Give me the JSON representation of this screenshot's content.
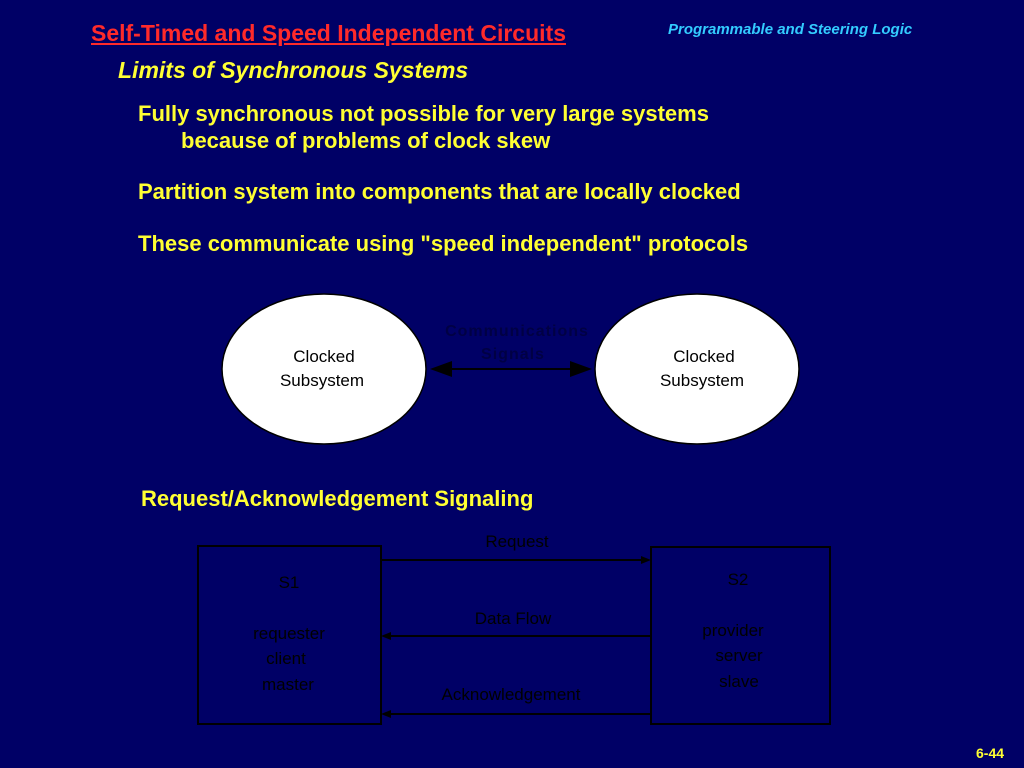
{
  "header": {
    "title": "Self-Timed and Speed Independent Circuits",
    "right_label": "Programmable and Steering Logic"
  },
  "subtitle": "Limits of Synchronous Systems",
  "bullets": {
    "b1_line1": "Fully synchronous not possible for very large systems",
    "b1_line2": "because of problems of clock skew",
    "b2": "Partition system into components that are locally clocked",
    "b3": "These communicate using \"speed independent\" protocols"
  },
  "diagram1": {
    "left_line1": "Clocked",
    "left_line2": "Subsystem",
    "right_line1": "Clocked",
    "right_line2": "Subsystem",
    "comm_line1": "Communications",
    "comm_line2": "Signals"
  },
  "section2_title": "Request/Acknowledgement Signaling",
  "diagram2": {
    "s1_title": "S1",
    "s1_roles": [
      "requester",
      "client",
      "master"
    ],
    "s2_title": "S2",
    "s2_roles": [
      "provider",
      "server",
      "slave"
    ],
    "request_label": "Request",
    "data_flow_label": "Data Flow",
    "ack_label": "Acknowledgement"
  },
  "slide_number": "6-44",
  "colors": {
    "background": "#000066",
    "title": "#ff2a2a",
    "header_right": "#33ccff",
    "text": "#ffff33"
  }
}
